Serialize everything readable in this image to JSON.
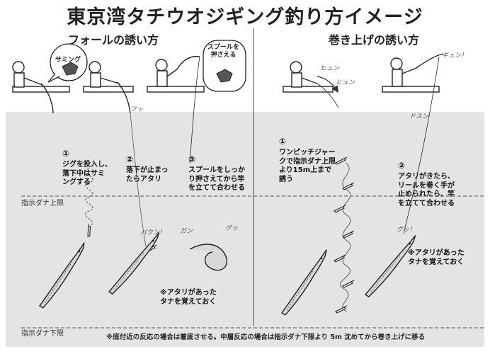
{
  "title": "東京湾タチウオジギング釣り方イメージ",
  "sections": {
    "fall": {
      "heading": "フォールの誘い方"
    },
    "reel": {
      "heading": "巻き上げの誘い方"
    }
  },
  "bubbles": {
    "thumbing": "サミング",
    "press_spool": "スプールを\n押さえる"
  },
  "onomatopoeia": {
    "fu": "フッ",
    "pakun": "パクン！",
    "gan": "ガン",
    "gu": "グッ",
    "hyun1": "ヒュン",
    "hyun2": "ヒュン",
    "gyun": "ギュン！",
    "dosun": "ドスン",
    "gu2": "グッ！"
  },
  "steps": {
    "fall_1": {
      "num": "①",
      "text": "ジグを投入し、\n落下中はサミ\nングする"
    },
    "fall_2": {
      "num": "②",
      "text": "落下が止まっ\nたらアタリ"
    },
    "fall_3": {
      "num": "③",
      "text": "スプールをしっか\nり押さえてから竿\nを立てて合わせる"
    },
    "reel_1": {
      "num": "①",
      "text": "ワンピッチジャー\nクで指示ダナ上限\nより15m上まで\n誘う"
    },
    "reel_2": {
      "num": "②",
      "text": "アタリがきたら、\nリールを巻く手が\n止められたら、竿\nを立てて合わせる"
    }
  },
  "notes": {
    "fall_memory": "※アタリがあった\nタナを覚えておく",
    "reel_memory": "※アタリがあった\nタナを覚えておく",
    "bottom": "※底付近の反応の場合は着底させる。中層反応の場合は指示ダナ下限より 5m 沈めてから巻き上げに移る"
  },
  "depth_labels": {
    "upper": "指示ダナ上限",
    "lower": "指示ダナ下限"
  },
  "colors": {
    "water": "#e4e4e4",
    "ink": "#222222",
    "line": "#555555",
    "fish": "#d8d8d8"
  }
}
